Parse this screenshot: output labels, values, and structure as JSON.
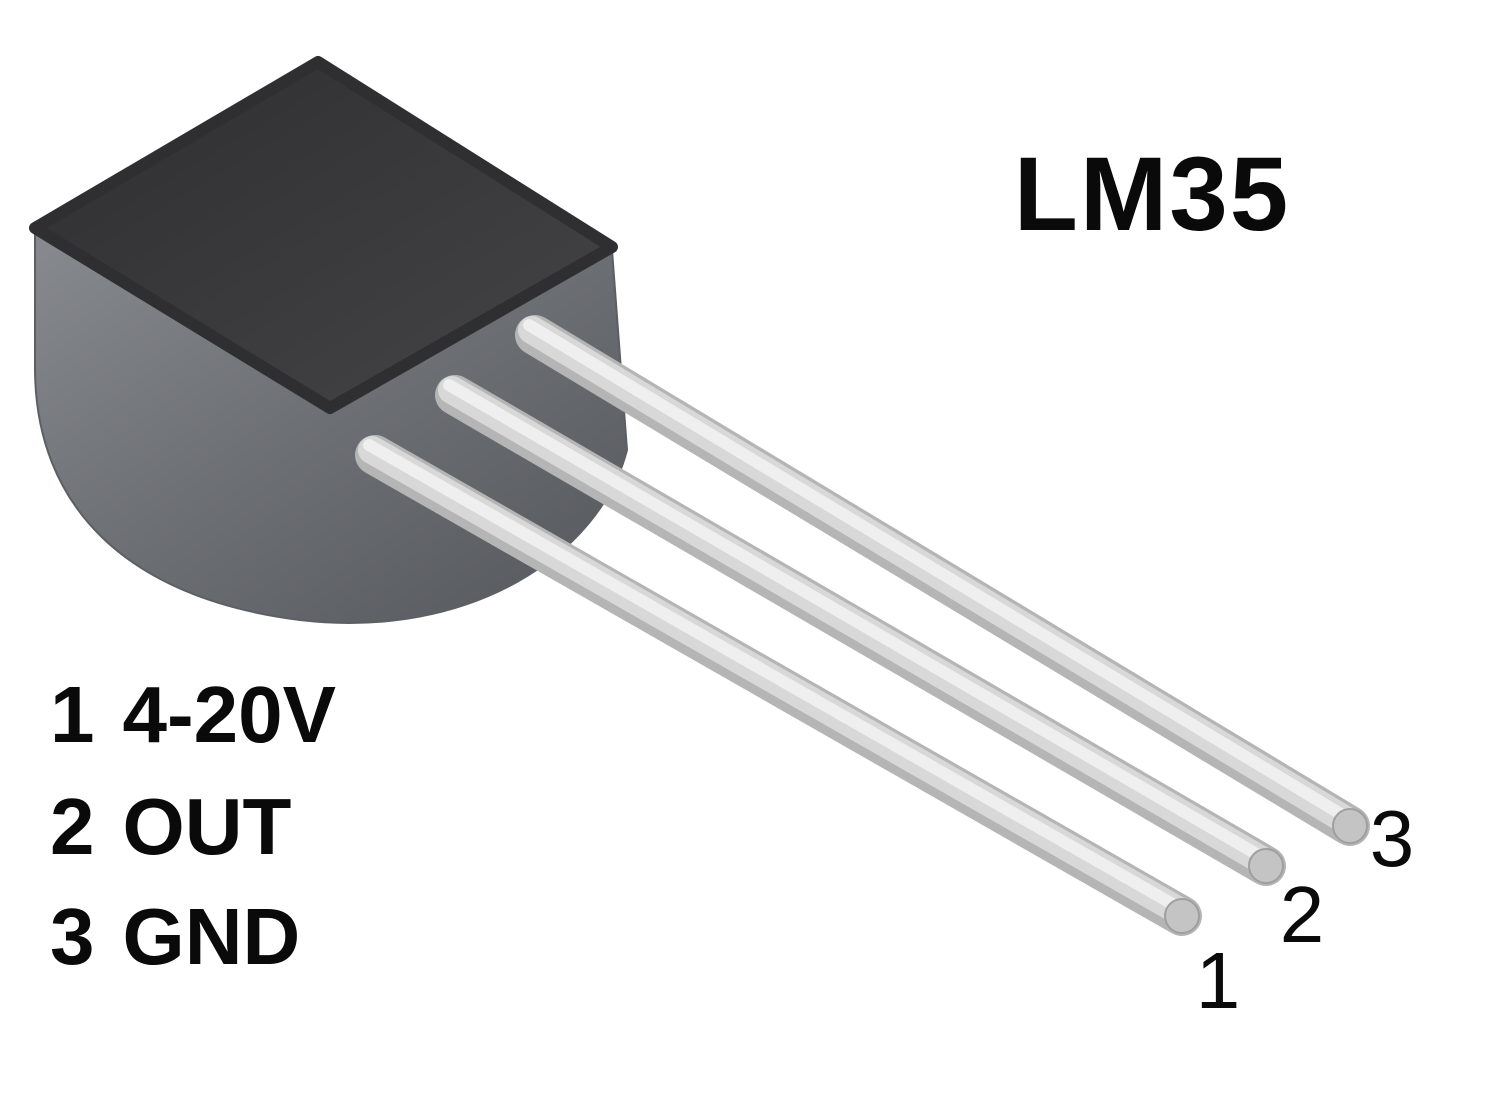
{
  "diagram": {
    "title": "LM35",
    "legend": [
      {
        "pin": "1",
        "signal": "4-20V"
      },
      {
        "pin": "2",
        "signal": "OUT"
      },
      {
        "pin": "3",
        "signal": "GND"
      }
    ],
    "pin_tip_labels": [
      "1",
      "2",
      "3"
    ],
    "colors": {
      "background": "#ffffff",
      "package_top_face": "#3a3a3c",
      "package_body": "#6e7176",
      "lead_metal": "#d6d6d6",
      "text": "#0a0a0a"
    }
  }
}
